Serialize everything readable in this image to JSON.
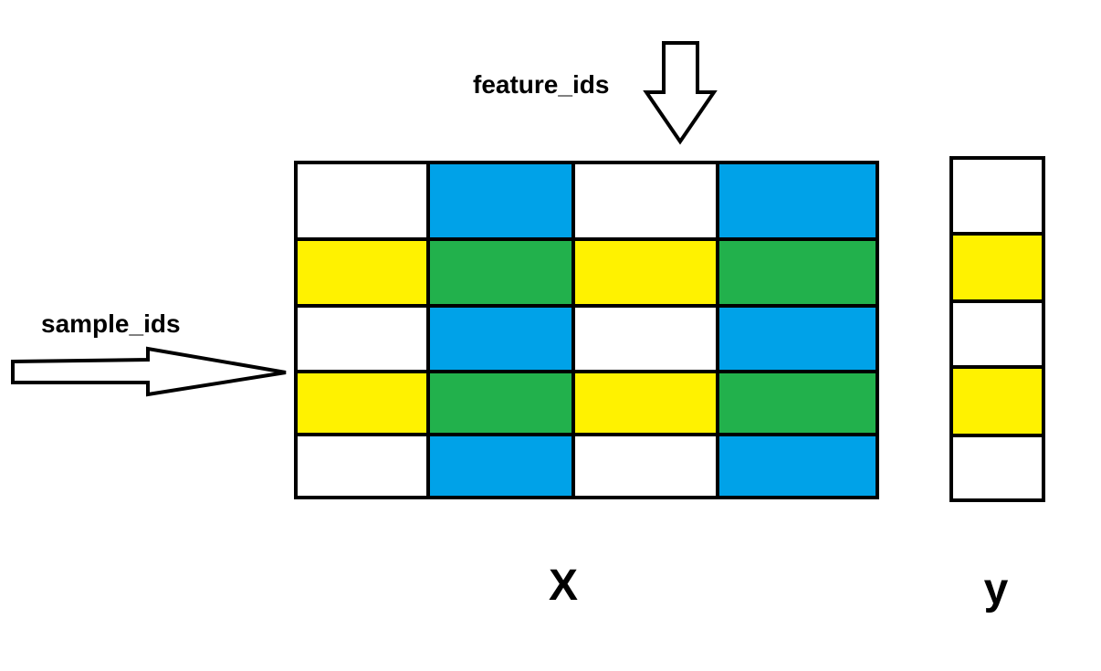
{
  "labels": {
    "feature_ids": "feature_ids",
    "sample_ids": "sample_ids",
    "matrix_name": "X",
    "vector_name": "y"
  },
  "colors": {
    "white": "#ffffff",
    "blue": "#00a2e8",
    "yellow": "#fff200",
    "green": "#22b14c",
    "border": "#000000"
  },
  "matrix_X": [
    [
      "white",
      "blue",
      "white",
      "blue"
    ],
    [
      "yellow",
      "green",
      "yellow",
      "green"
    ],
    [
      "white",
      "blue",
      "white",
      "blue"
    ],
    [
      "yellow",
      "green",
      "yellow",
      "green"
    ],
    [
      "white",
      "blue",
      "white",
      "blue"
    ]
  ],
  "vector_y": [
    "white",
    "yellow",
    "white",
    "yellow",
    "white"
  ]
}
